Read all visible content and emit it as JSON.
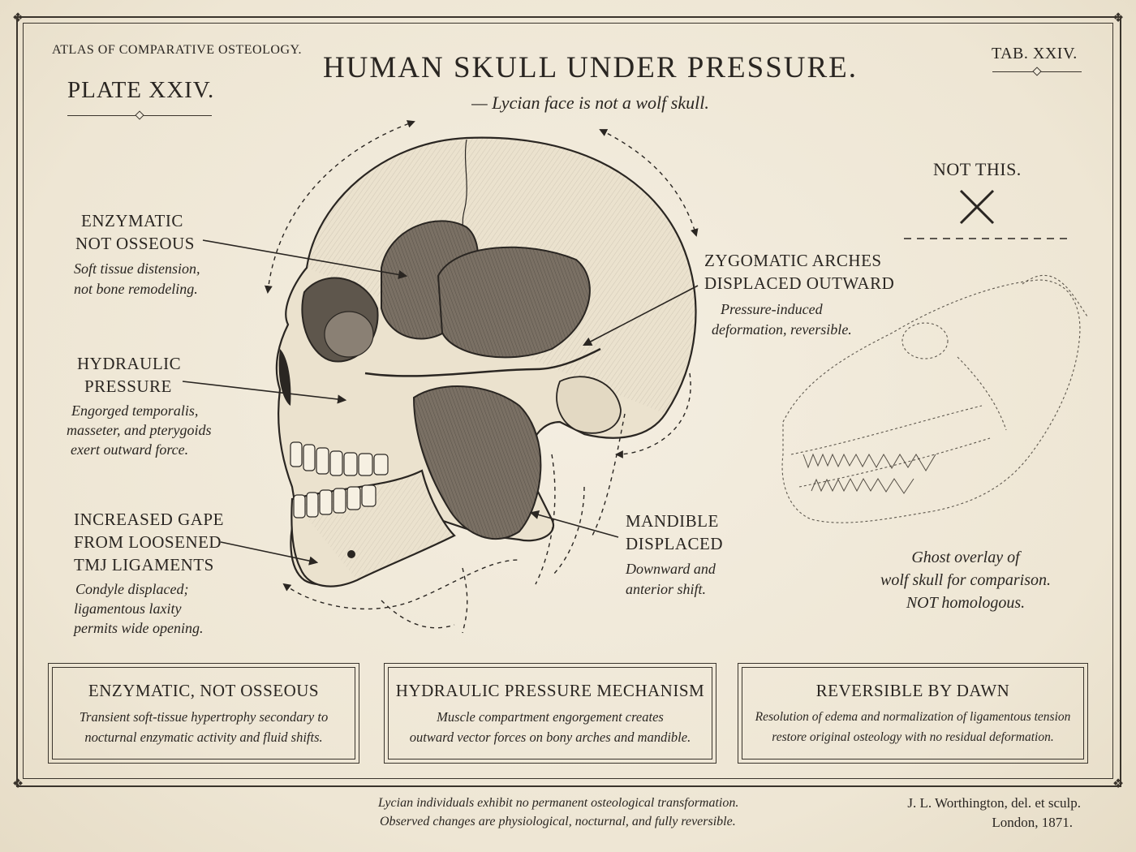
{
  "header": {
    "atlas": "ATLAS OF COMPARATIVE OSTEOLOGY.",
    "plate": "PLATE XXIV.",
    "tab": "TAB. XXIV.",
    "title": "HUMAN SKULL UNDER PRESSURE.",
    "subtitle": "— Lycian face is not a wolf skull."
  },
  "labels": {
    "enzymatic": {
      "line1": "ENZYMATIC",
      "line2": "NOT OSSEOUS",
      "note1": "Soft tissue distension,",
      "note2": "not bone remodeling."
    },
    "hydraulic": {
      "line1": "HYDRAULIC",
      "line2": "PRESSURE",
      "note1": "Engorged temporalis,",
      "note2": "masseter, and pterygoids",
      "note3": "exert outward force."
    },
    "gape": {
      "line1": "INCREASED GAPE",
      "line2": "FROM LOOSENED",
      "line3": "TMJ LIGAMENTS",
      "note1": "Condyle displaced;",
      "note2": "ligamentous laxity",
      "note3": "permits wide opening."
    },
    "zygomatic": {
      "line1": "ZYGOMATIC ARCHES",
      "line2": "DISPLACED OUTWARD",
      "note1": "Pressure-induced",
      "note2": "deformation, reversible."
    },
    "mandible": {
      "line1": "MANDIBLE",
      "line2": "DISPLACED",
      "note1": "Downward and",
      "note2": "anterior shift."
    }
  },
  "comparison": {
    "heading": "NOT THIS.",
    "caption1": "Ghost overlay of",
    "caption2": "wolf skull for comparison.",
    "caption3": "NOT homologous."
  },
  "boxes": [
    {
      "title": "ENZYMATIC, NOT OSSEOUS",
      "line1": "Transient soft-tissue hypertrophy secondary to",
      "line2": "nocturnal enzymatic activity and fluid shifts."
    },
    {
      "title": "HYDRAULIC PRESSURE MECHANISM",
      "line1": "Muscle compartment engorgement creates",
      "line2": "outward vector forces on bony arches and mandible."
    },
    {
      "title": "REVERSIBLE BY DAWN",
      "line1": "Resolution of edema and normalization of ligamentous tension",
      "line2": "restore original osteology with no residual deformation."
    }
  ],
  "footer": {
    "note1": "Lycian individuals exhibit no permanent osteological transformation.",
    "note2": "Observed changes are physiological, nocturnal, and fully reversible.",
    "credit1": "J. L. Worthington, del. et sculp.",
    "credit2": "London, 1871."
  },
  "colors": {
    "ink": "#2a2622",
    "paper": "#f1eadb",
    "muscle": "#6e655a",
    "bone": "#e9e0cc"
  },
  "icons": {
    "cross": "x-mark-icon",
    "corner": "fleuron-icon"
  }
}
